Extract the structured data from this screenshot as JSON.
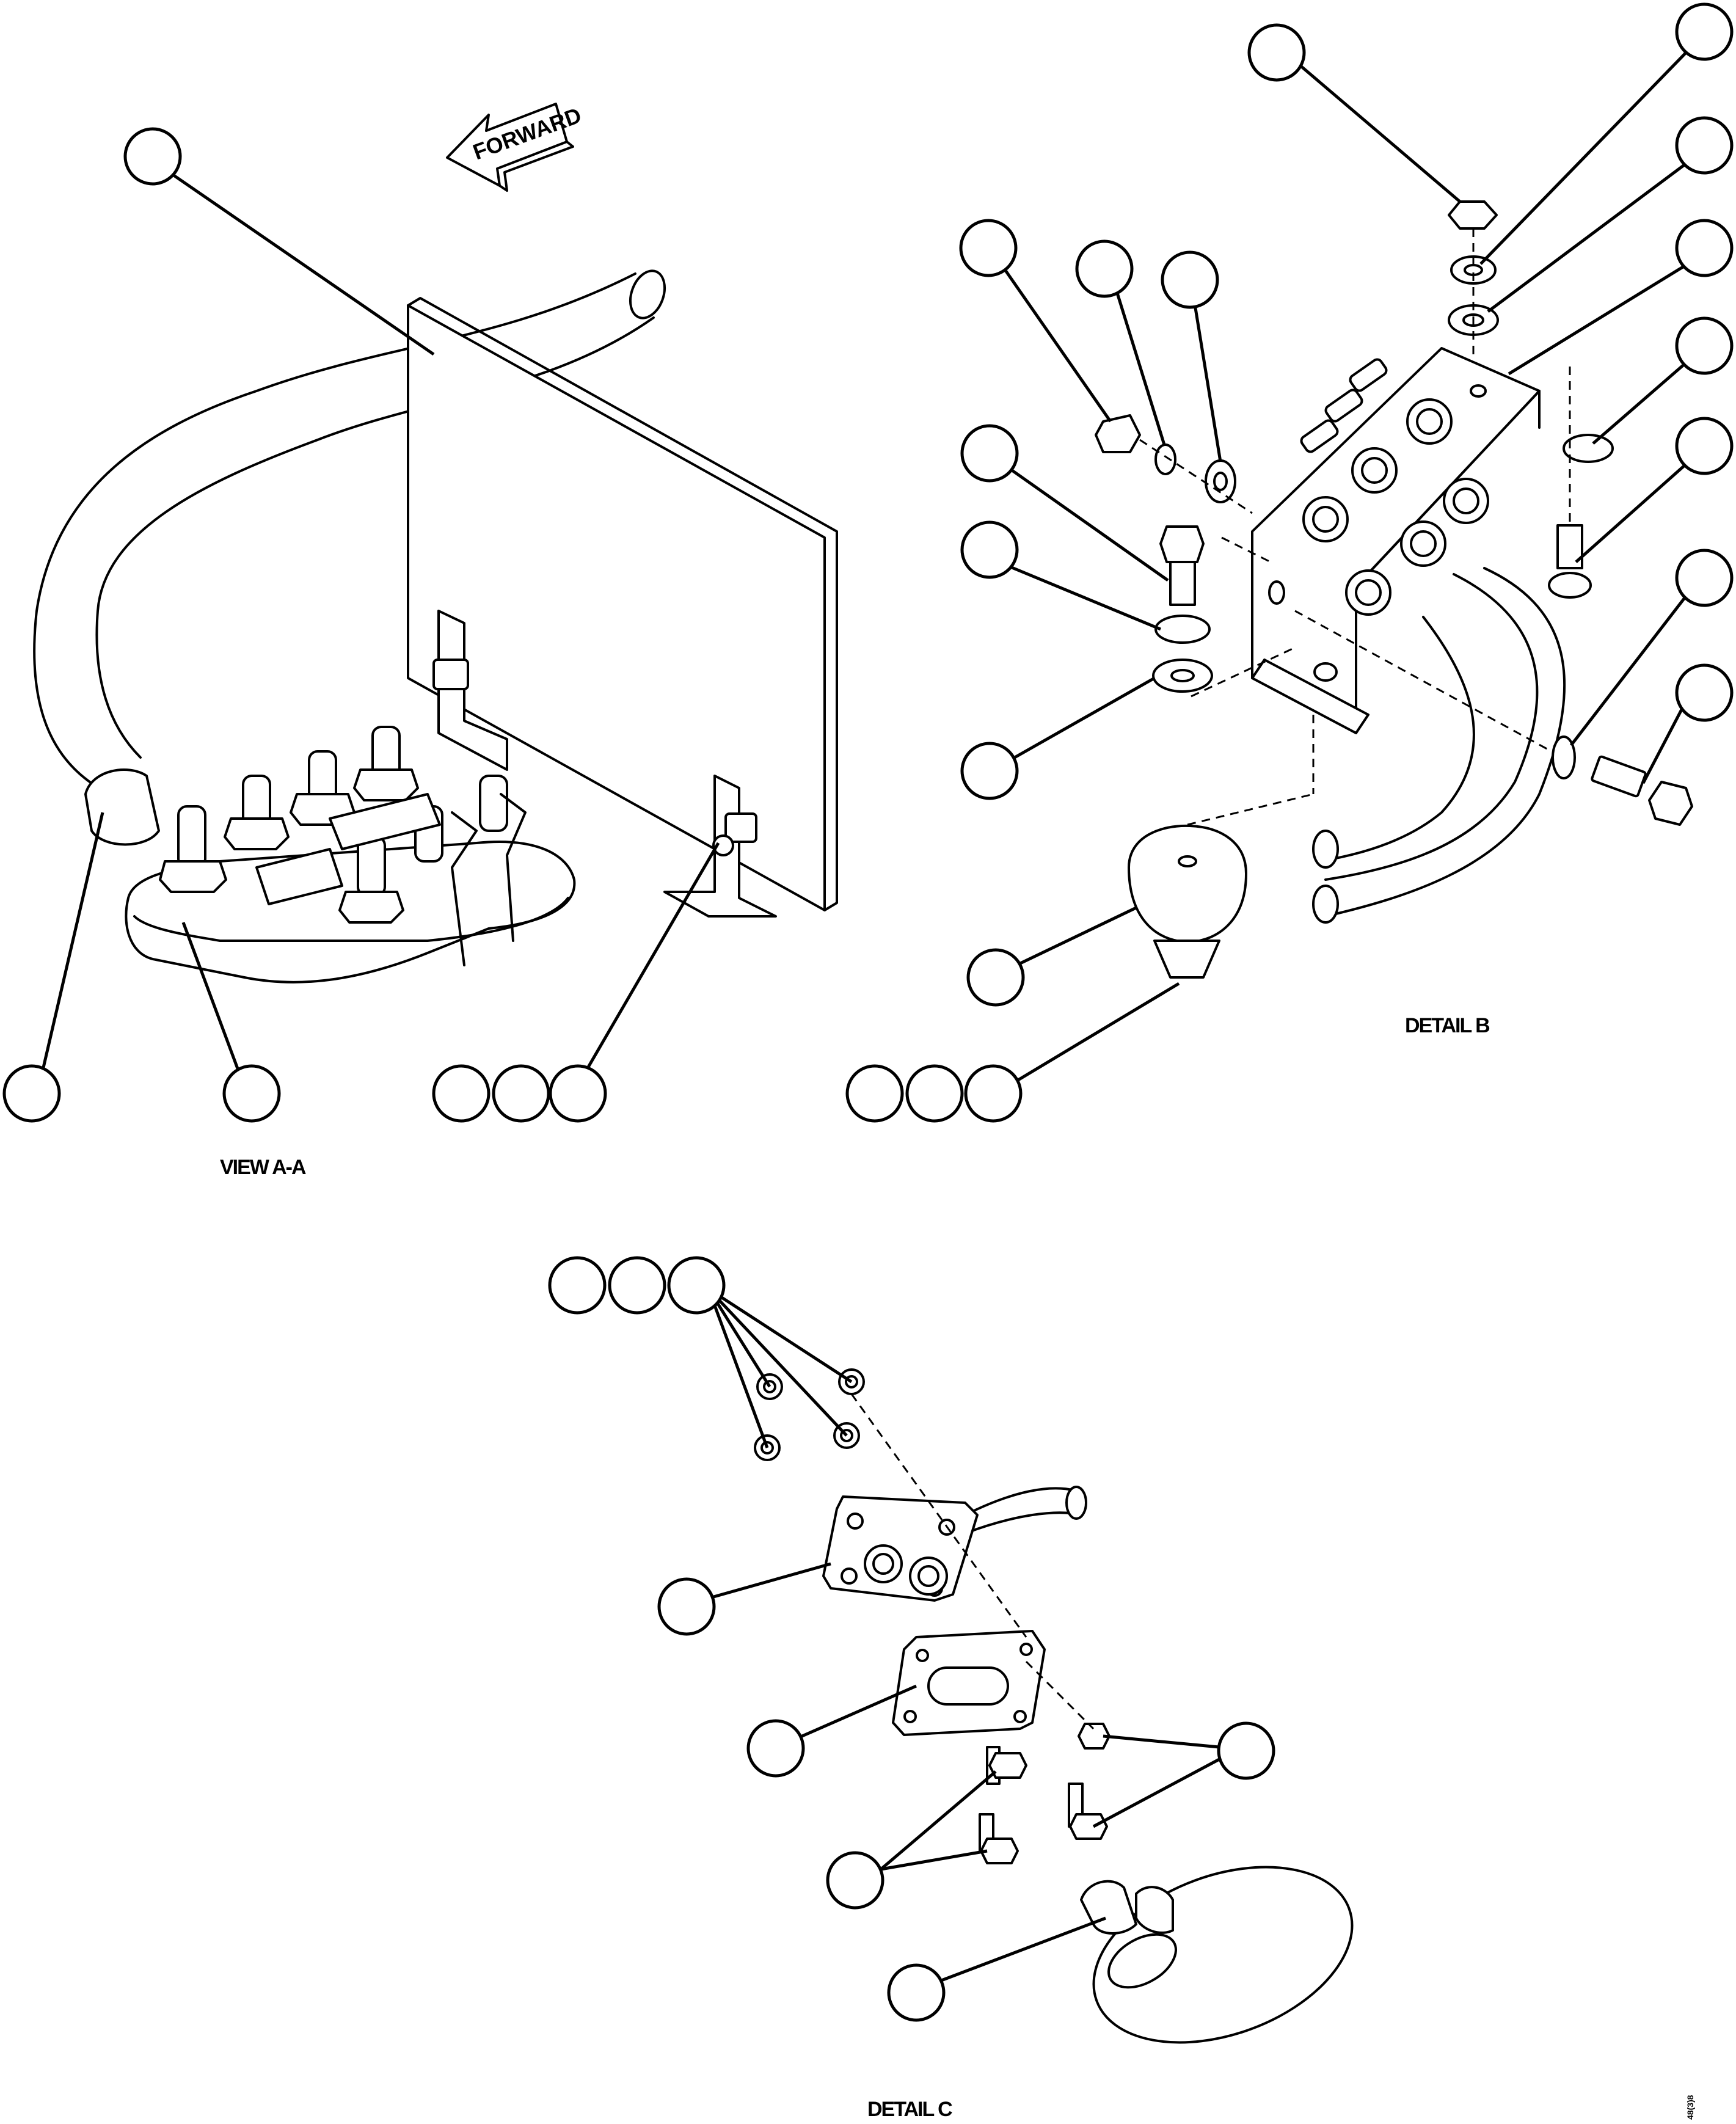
{
  "direction_arrow": {
    "label": "FORWARD"
  },
  "views": {
    "view_aa": {
      "caption": "VIEW A-A"
    },
    "detail_b": {
      "caption": "DETAIL B"
    },
    "detail_c": {
      "caption": "DETAIL C"
    }
  },
  "figure_number": "48(3)8"
}
